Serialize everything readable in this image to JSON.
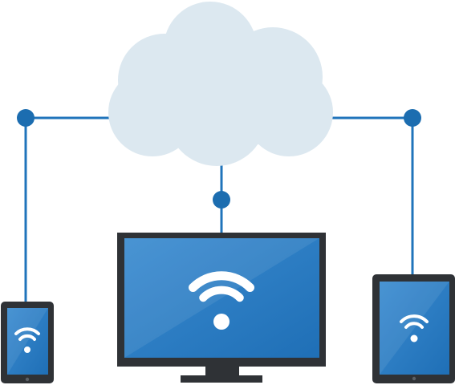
{
  "diagram": {
    "cloud": {
      "icon": "cloud-icon"
    },
    "devices": [
      {
        "kind": "smartphone",
        "icon": "wifi-icon"
      },
      {
        "kind": "monitor",
        "icon": "wifi-icon"
      },
      {
        "kind": "tablet",
        "icon": "wifi-icon"
      }
    ]
  },
  "colors": {
    "cloud_fill": "#DCE8F0",
    "connector": "#2074BB",
    "node": "#1C6DB0",
    "device_frame": "#2F3236",
    "screen_light": "#3A8BD0",
    "screen_dark": "#1F6FB6",
    "wifi": "#FFFFFF"
  }
}
